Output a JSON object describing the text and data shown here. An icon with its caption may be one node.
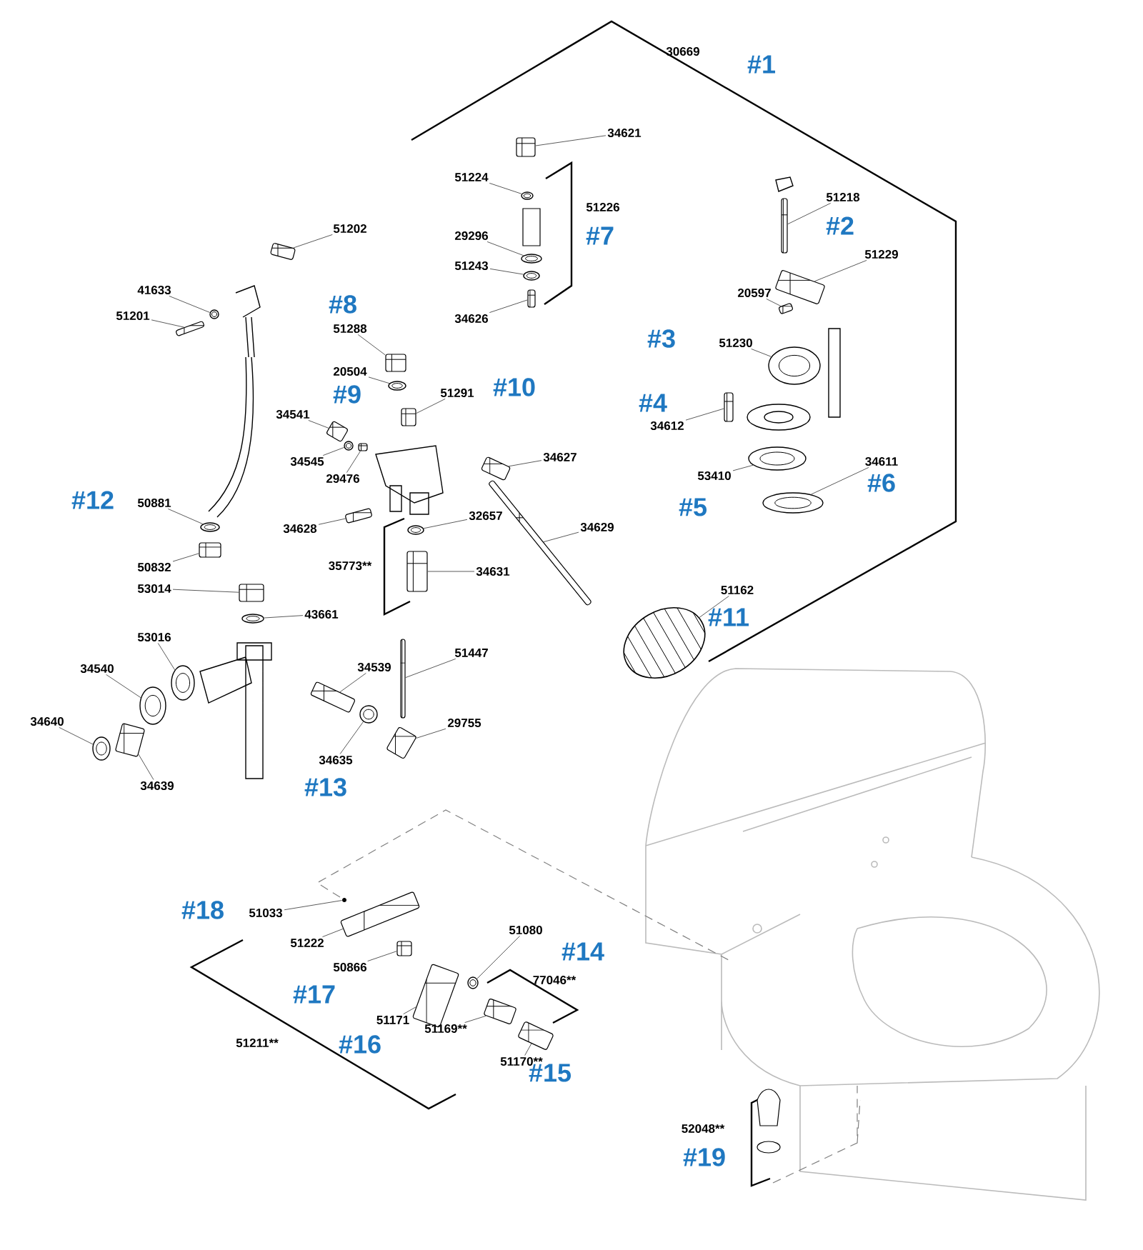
{
  "diagram": {
    "nodes": [
      {
        "text": [
          "34621"
        ]
      },
      {
        "text": [],
        "shape": "picture"
      },
      {
        "text": [
          "51224"
        ]
      },
      {
        "text": [],
        "shape": "picture"
      },
      {
        "text": [
          "29296"
        ]
      },
      {
        "text": [],
        "shape": "picture"
      },
      {
        "text": [
          "51243"
        ]
      },
      {
        "text": [],
        "shape": "picture"
      },
      {
        "text": [
          "34626"
        ]
      },
      {
        "text": [],
        "shape": "picture"
      },
      {
        "text": [
          "51218"
        ]
      },
      {
        "text": [],
        "shape": "picture"
      },
      {
        "text": [
          "51229"
        ]
      },
      {
        "text": [],
        "shape": "picture"
      },
      {
        "text": [
          "20597"
        ]
      },
      {
        "text": [],
        "shape": "picture"
      },
      {
        "text": [
          "51230"
        ]
      },
      {
        "text": [],
        "shape": "picture"
      },
      {
        "text": [
          "34612"
        ]
      },
      {
        "text": [],
        "shape": "picture"
      },
      {
        "text": [
          "53410"
        ]
      },
      {
        "text": [],
        "shape": "picture"
      },
      {
        "text": [
          "34611"
        ]
      },
      {
        "text": [],
        "shape": "picture"
      },
      {
        "text": [
          "51202"
        ]
      },
      {
        "text": [],
        "shape": "picture"
      },
      {
        "text": [
          "41633"
        ]
      },
      {
        "text": [],
        "shape": "picture"
      },
      {
        "text": [
          "51201"
        ]
      },
      {
        "text": [],
        "shape": "picture"
      },
      {
        "text": [
          "51288"
        ]
      },
      {
        "text": [],
        "shape": "picture"
      },
      {
        "text": [
          "20504"
        ]
      },
      {
        "text": [],
        "shape": "picture"
      },
      {
        "text": [
          "51291"
        ]
      },
      {
        "text": [],
        "shape": "picture"
      },
      {
        "text": [
          "34541"
        ]
      },
      {
        "text": [],
        "shape": "picture"
      },
      {
        "text": [
          "34545"
        ]
      },
      {
        "text": [],
        "shape": "picture"
      },
      {
        "text": [
          "29476"
        ]
      },
      {
        "text": [],
        "shape": "picture"
      },
      {
        "text": [
          "34627"
        ]
      },
      {
        "text": [],
        "shape": "picture"
      },
      {
        "text": [
          "34628"
        ]
      },
      {
        "text": [],
        "shape": "picture"
      },
      {
        "text": [
          "32657"
        ]
      },
      {
        "text": [],
        "shape": "picture"
      },
      {
        "text": [
          "34631"
        ]
      },
      {
        "text": [],
        "shape": "picture"
      },
      {
        "text": [
          "34629"
        ]
      },
      {
        "text": [],
        "shape": "picture"
      },
      {
        "text": [
          "51162"
        ]
      },
      {
        "text": [],
        "shape": "picture"
      },
      {
        "text": [
          "50881"
        ]
      },
      {
        "text": [],
        "shape": "picture"
      },
      {
        "text": [
          "50832"
        ]
      },
      {
        "text": [],
        "shape": "picture"
      },
      {
        "text": [
          "53014"
        ]
      },
      {
        "text": [],
        "shape": "picture"
      },
      {
        "text": [
          "43661"
        ]
      },
      {
        "text": [],
        "shape": "picture"
      },
      {
        "text": [
          "53016"
        ]
      },
      {
        "text": [],
        "shape": "picture"
      },
      {
        "text": [
          "34540"
        ]
      },
      {
        "text": [],
        "shape": "picture"
      },
      {
        "text": [
          "34640"
        ]
      },
      {
        "text": [],
        "shape": "picture"
      },
      {
        "text": [
          "34639"
        ]
      },
      {
        "text": [],
        "shape": "picture"
      },
      {
        "text": [
          "34539"
        ]
      },
      {
        "text": [],
        "shape": "picture"
      },
      {
        "text": [
          "34635"
        ]
      },
      {
        "text": [],
        "shape": "picture"
      },
      {
        "text": [
          "51447"
        ]
      },
      {
        "text": [],
        "shape": "picture"
      },
      {
        "text": [
          "29755"
        ]
      },
      {
        "text": [],
        "shape": "picture"
      },
      {
        "text": [
          "51033"
        ]
      },
      {
        "text": [],
        "shape": "picture"
      },
      {
        "text": [
          "51222"
        ]
      },
      {
        "text": [],
        "shape": "picture"
      },
      {
        "text": [
          "50866"
        ]
      },
      {
        "text": [],
        "shape": "picture"
      },
      {
        "text": [
          "51080"
        ]
      },
      {
        "text": [],
        "shape": "picture"
      },
      {
        "text": [
          "51171"
        ]
      },
      {
        "text": [],
        "shape": "picture"
      },
      {
        "text": [
          "51169**"
        ]
      },
      {
        "text": [],
        "shape": "picture"
      },
      {
        "text": [
          "51170**"
        ]
      },
      {
        "text": [],
        "shape": "picture"
      }
    ],
    "edges": [
      {
        "from": 0,
        "to": 1,
        "arrow": "none"
      },
      {
        "from": 2,
        "to": 3,
        "arrow": "none"
      },
      {
        "from": 4,
        "to": 5,
        "arrow": "none"
      },
      {
        "from": 6,
        "to": 7,
        "arrow": "none"
      },
      {
        "from": 8,
        "to": 9,
        "arrow": "none"
      },
      {
        "from": 10,
        "to": 11,
        "arrow": "none"
      },
      {
        "from": 12,
        "to": 13,
        "arrow": "none"
      },
      {
        "from": 14,
        "to": 15,
        "arrow": "none"
      },
      {
        "from": 16,
        "to": 17,
        "arrow": "none"
      },
      {
        "from": 18,
        "to": 19,
        "arrow": "none"
      },
      {
        "from": 20,
        "to": 21,
        "arrow": "none"
      },
      {
        "from": 22,
        "to": 23,
        "arrow": "none"
      },
      {
        "from": 24,
        "to": 25,
        "arrow": "none"
      },
      {
        "from": 26,
        "to": 27,
        "arrow": "none"
      },
      {
        "from": 28,
        "to": 29,
        "arrow": "none"
      },
      {
        "from": 30,
        "to": 31,
        "arrow": "none"
      },
      {
        "from": 32,
        "to": 33,
        "arrow": "none"
      },
      {
        "from": 34,
        "to": 35,
        "arrow": "none"
      },
      {
        "from": 36,
        "to": 37,
        "arrow": "none"
      },
      {
        "from": 38,
        "to": 39,
        "arrow": "none"
      },
      {
        "from": 40,
        "to": 41,
        "arrow": "none"
      },
      {
        "from": 42,
        "to": 43,
        "arrow": "none"
      },
      {
        "from": 44,
        "to": 45,
        "arrow": "none"
      },
      {
        "from": 46,
        "to": 47,
        "arrow": "none"
      },
      {
        "from": 48,
        "to": 49,
        "arrow": "none"
      },
      {
        "from": 50,
        "to": 51,
        "arrow": "none"
      },
      {
        "from": 52,
        "to": 53,
        "arrow": "none"
      },
      {
        "from": 54,
        "to": 55,
        "arrow": "none"
      },
      {
        "from": 56,
        "to": 57,
        "arrow": "none"
      },
      {
        "from": 58,
        "to": 59,
        "arrow": "none"
      },
      {
        "from": 60,
        "to": 61,
        "arrow": "none"
      },
      {
        "from": 62,
        "to": 63,
        "arrow": "none"
      },
      {
        "from": 64,
        "to": 65,
        "arrow": "none"
      },
      {
        "from": 66,
        "to": 67,
        "arrow": "none"
      },
      {
        "from": 68,
        "to": 69,
        "arrow": "none"
      },
      {
        "from": 70,
        "to": 71,
        "arrow": "none"
      },
      {
        "from": 72,
        "to": 73,
        "arrow": "none"
      },
      {
        "from": 74,
        "to": 75,
        "arrow": "none"
      },
      {
        "from": 76,
        "to": 77,
        "arrow": "none"
      },
      {
        "from": 78,
        "to": 79,
        "arrow": "none"
      },
      {
        "from": 80,
        "to": 81,
        "arrow": "none"
      },
      {
        "from": 82,
        "to": 83,
        "arrow": "none"
      },
      {
        "from": 84,
        "to": 85,
        "arrow": "none"
      },
      {
        "from": 86,
        "to": 87,
        "arrow": "none"
      },
      {
        "from": 88,
        "to": 89,
        "arrow": "none"
      },
      {
        "from": 90,
        "to": 91,
        "arrow": "none"
      }
    ],
    "labels": [
      "30669",
      "#1",
      "51226",
      "#7",
      "#2",
      "#8",
      "#3",
      "#4",
      "#9",
      "#10",
      "#12",
      "#5",
      "#6",
      "35773**",
      "#11",
      "#13",
      "#18",
      "#14",
      "77046**",
      "#17",
      "51211**",
      "#16",
      "#15",
      "52048**",
      "#19"
    ]
  }
}
